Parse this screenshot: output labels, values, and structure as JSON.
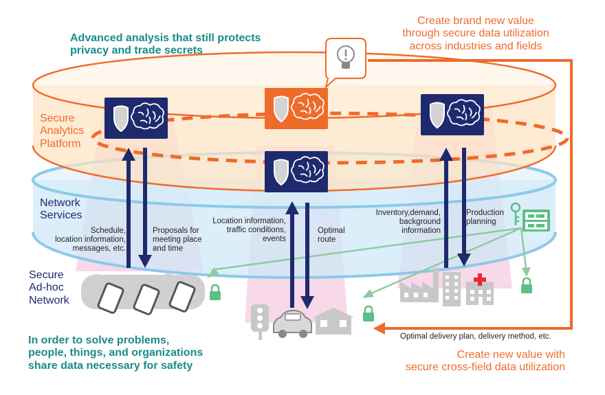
{
  "headings": {
    "advanced_analysis": "Advanced analysis that still protects\nprivacy and trade secrets",
    "create_brand_new_value": "Create brand new value\nthrough secure data utilization\nacross industries and fields",
    "solve_problems": "In order to solve problems,\npeople, things, and organizations\nshare data necessary for safety",
    "cross_field_value": "Create new value with\nsecure cross-field data utilization"
  },
  "layers": {
    "secure_analytics_platform": "Secure\nAnalytics\nPlatform",
    "network_services": "Network\nServices",
    "secure_adhoc_network": "Secure\nAd-hoc\nNetwork"
  },
  "flows": {
    "schedule": "Schedule,\nlocation information,\nmessages, etc.",
    "proposals": "Proposals for\nmeeting place\nand time",
    "location_traffic": "Location information,\ntraffic conditions,\nevents",
    "optimal_route": "Optimal\nroute",
    "inventory": "Inventory,demand,\nbackground\ninformation",
    "production": "Production\nplanning",
    "delivery": "Optimal delivery plan, delivery method, etc."
  },
  "colors": {
    "teal": "#1a8a8a",
    "orange": "#ef6b2a",
    "navy": "#1e2a6e",
    "platform_fill": "#fde3c4",
    "network_fill": "#cde8f6",
    "network_edge": "#8cc9ea",
    "beam": "#f7d3e6",
    "green_line": "#8ccc9e",
    "lock_green": "#5cbf86"
  },
  "icons": {
    "analytics_box": "shield-brain-icon",
    "insight": "lightbulb-icon",
    "lock": "lock-icon",
    "server": "server-icon",
    "key": "key-icon",
    "tablet": "tablet-icon",
    "person": "person-icon",
    "traffic_light": "traffic-light-icon",
    "car": "car-icon",
    "house": "house-icon",
    "factory": "factory-icon",
    "office": "office-building-icon",
    "hospital": "hospital-icon"
  }
}
